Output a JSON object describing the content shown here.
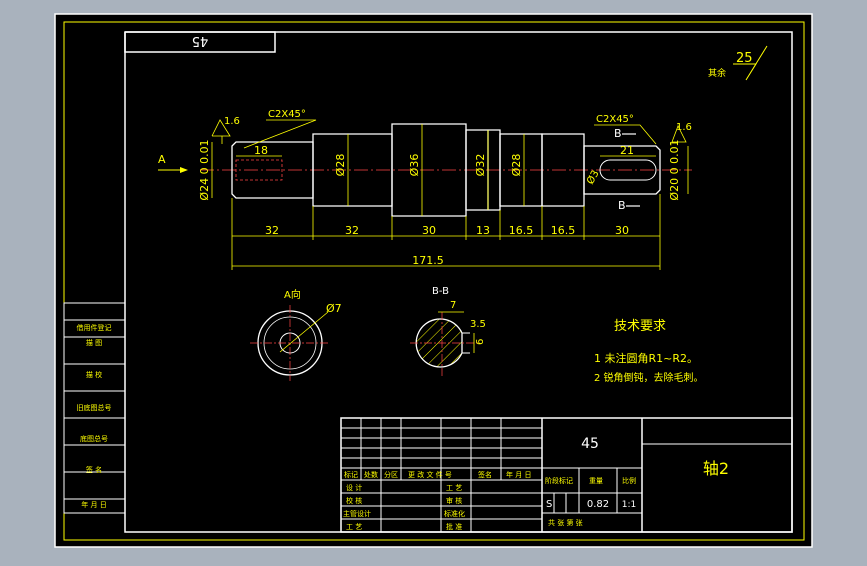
{
  "colors": {
    "background": "#a9b2bd",
    "sheet": "#000000",
    "lines": "#ffffff",
    "dims": "#ffff00",
    "hatch": "#ffff00"
  },
  "stamp": {
    "material_mirrored": "45"
  },
  "roughness": {
    "label": "其余",
    "value": "25"
  },
  "chamfers": {
    "left": "C2X45°",
    "right": "C2X45°"
  },
  "runouts": {
    "left": "1.6",
    "right": "1.6"
  },
  "section_markers": {
    "a_arrow": "A",
    "b_top": "B",
    "b_bottom": "B"
  },
  "diameters": {
    "d24": "Ø24 0 0.01",
    "d28a": "Ø28",
    "d36": "Ø36",
    "d32": "Ø32",
    "d28b": "Ø28",
    "d20": "Ø20 0 0.01"
  },
  "keyway": {
    "left_len": "18",
    "right_len": "21",
    "radius": "Ø3"
  },
  "segments": [
    "32",
    "32",
    "30",
    "13",
    "16.5",
    "16.5",
    "30"
  ],
  "total_length": "171.5",
  "view_a": {
    "label": "A向",
    "hole": "Ø7"
  },
  "view_b": {
    "label": "B-B",
    "width": "7",
    "depth": "3.5",
    "height": "6"
  },
  "tech_requirements": {
    "title": "技术要求",
    "items": [
      "1  未注圆角R1~R2。",
      "2  锐角倒钝，去除毛刺。"
    ]
  },
  "side_labels": [
    "借用件登记",
    "描 图",
    "描 校",
    "旧底图总号",
    "底图总号",
    "签 名",
    "年 月 日"
  ],
  "title_block": {
    "material": "45",
    "part_name": "轴2",
    "headers": [
      "标记",
      "处数",
      "分区",
      "更 改 文 件 号",
      "签名",
      "年 月 日"
    ],
    "rows_left": [
      "设 计",
      "校 核",
      "主管设计",
      "工 艺"
    ],
    "rows_mid": [
      "工 艺",
      "审 核",
      "标准化",
      "批 准"
    ],
    "stage_header": "阶段标记",
    "weight_header": "重量",
    "scale_header": "比例",
    "stage_value": "S",
    "weight_value": "0.82",
    "scale_value": "1:1",
    "sheet_count": "共   张   第   张"
  }
}
